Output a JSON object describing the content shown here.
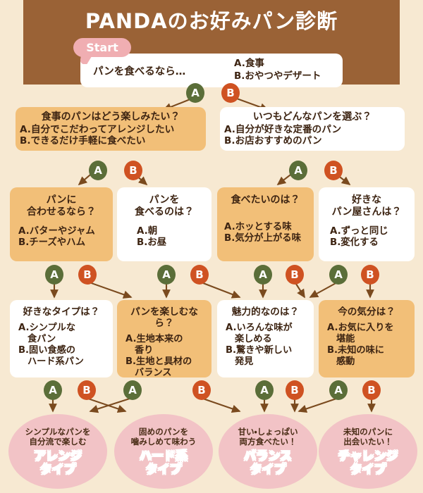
{
  "header": {
    "title": "PANDAのお好みパン診断",
    "band_color": "#9a6236",
    "title_color": "#ffffff"
  },
  "page": {
    "background": "#f7e9d2",
    "text_color": "#4a2d16"
  },
  "start": {
    "badge_label": "Start",
    "badge_color": "#f0aeb2",
    "prompt": "パンを食べるなら…",
    "option_a": "A.食事",
    "option_b": "B.おやつやデザート"
  },
  "badges": {
    "a_label": "A",
    "b_label": "B",
    "a_color": "#5b6e39",
    "b_color": "#cf5222"
  },
  "rows": [
    {
      "cards": [
        {
          "title": "食事のパンはどう楽しみたい？",
          "options": [
            "A.自分でこだわってアレンジしたい",
            "B.できるだけ手軽に食べたい"
          ],
          "fill": "tan"
        },
        {
          "title": "いつもどんなパンを選ぶ？",
          "options": [
            "A.自分が好きな定番のパン",
            "B.お店おすすめのパン"
          ],
          "fill": "white"
        }
      ]
    },
    {
      "cards": [
        {
          "title": "パンに\n合わせるなら？",
          "options": [
            "A.バターやジャム",
            "B.チーズやハム"
          ],
          "fill": "tan"
        },
        {
          "title": "パンを\n食べるのは？",
          "options": [
            "A.朝",
            "B.お昼"
          ],
          "fill": "white"
        },
        {
          "title": "食べたいのは？",
          "options": [
            "A.ホッとする味",
            "B.気分が上がる味"
          ],
          "fill": "tan"
        },
        {
          "title": "好きな\nパン屋さんは？",
          "options": [
            "A.ずっと同じ",
            "B.変化する"
          ],
          "fill": "white"
        }
      ]
    },
    {
      "cards": [
        {
          "title": "好きなタイプは？",
          "options": [
            "A.シンプルな",
            "食パン",
            "B.固い食感の",
            "ハード系パン"
          ],
          "fill": "white"
        },
        {
          "title": "パンを楽しむなら？",
          "options": [
            "A.生地本来の",
            "香り",
            "B.生地と具材の",
            "バランス"
          ],
          "fill": "tan"
        },
        {
          "title": "魅力的なのは？",
          "options": [
            "A.いろんな味が",
            "楽しめる",
            "B.驚きや新しい",
            "発見"
          ],
          "fill": "white"
        },
        {
          "title": "今の気分は？",
          "options": [
            "A.お気に入りを",
            "堪能",
            "B.未知の味に",
            "感動"
          ],
          "fill": "tan"
        }
      ]
    }
  ],
  "results": [
    {
      "subtitle": "シンプルなパンを\n自分流で楽しむ",
      "name": "アレンジ\nタイプ"
    },
    {
      "subtitle": "固めのパンを\n噛みしめて味わう",
      "name": "ハード系\nタイプ"
    },
    {
      "subtitle": "甘い・しょっぱい\n両方食べたい！",
      "name": "バランス\nタイプ"
    },
    {
      "subtitle": "未知のパンに\n出会いたい！",
      "name": "チャレンジ\nタイプ"
    }
  ],
  "result_oval_color": "#f2c3c6"
}
